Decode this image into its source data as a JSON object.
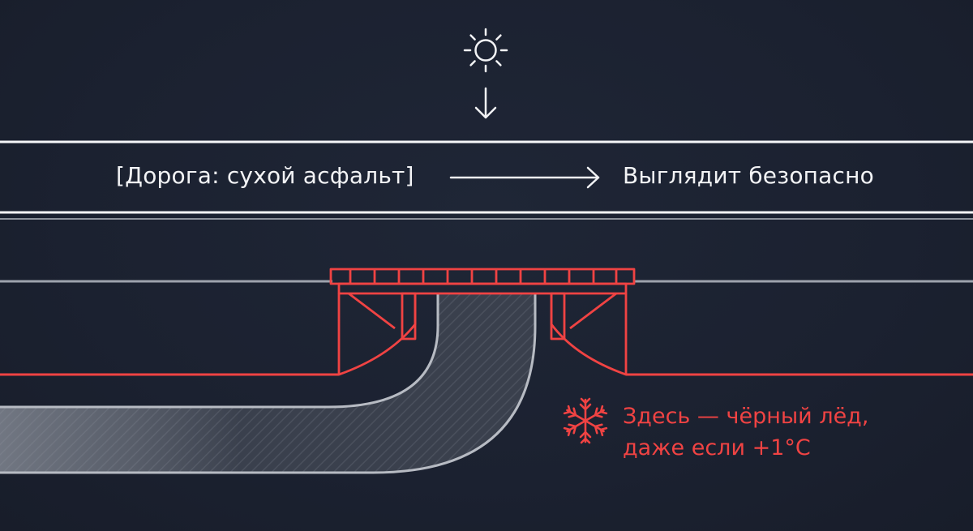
{
  "road_label": "[Дорога: сухой асфальт]",
  "safe_label": "Выглядит безопасно",
  "warning": {
    "line1": "Здесь — чёрный лёд,",
    "line2": "даже если +1°C"
  },
  "icons": {
    "sun": "sun-icon",
    "down_arrow": "arrow-down-icon",
    "right_arrow": "arrow-right-icon",
    "snowflake": "snowflake-icon"
  },
  "colors": {
    "background": "#1b2130",
    "text": "#f2f3f5",
    "line": "#ffffff",
    "grey_line": "#9ea3ad",
    "accent_red": "#f04343"
  }
}
